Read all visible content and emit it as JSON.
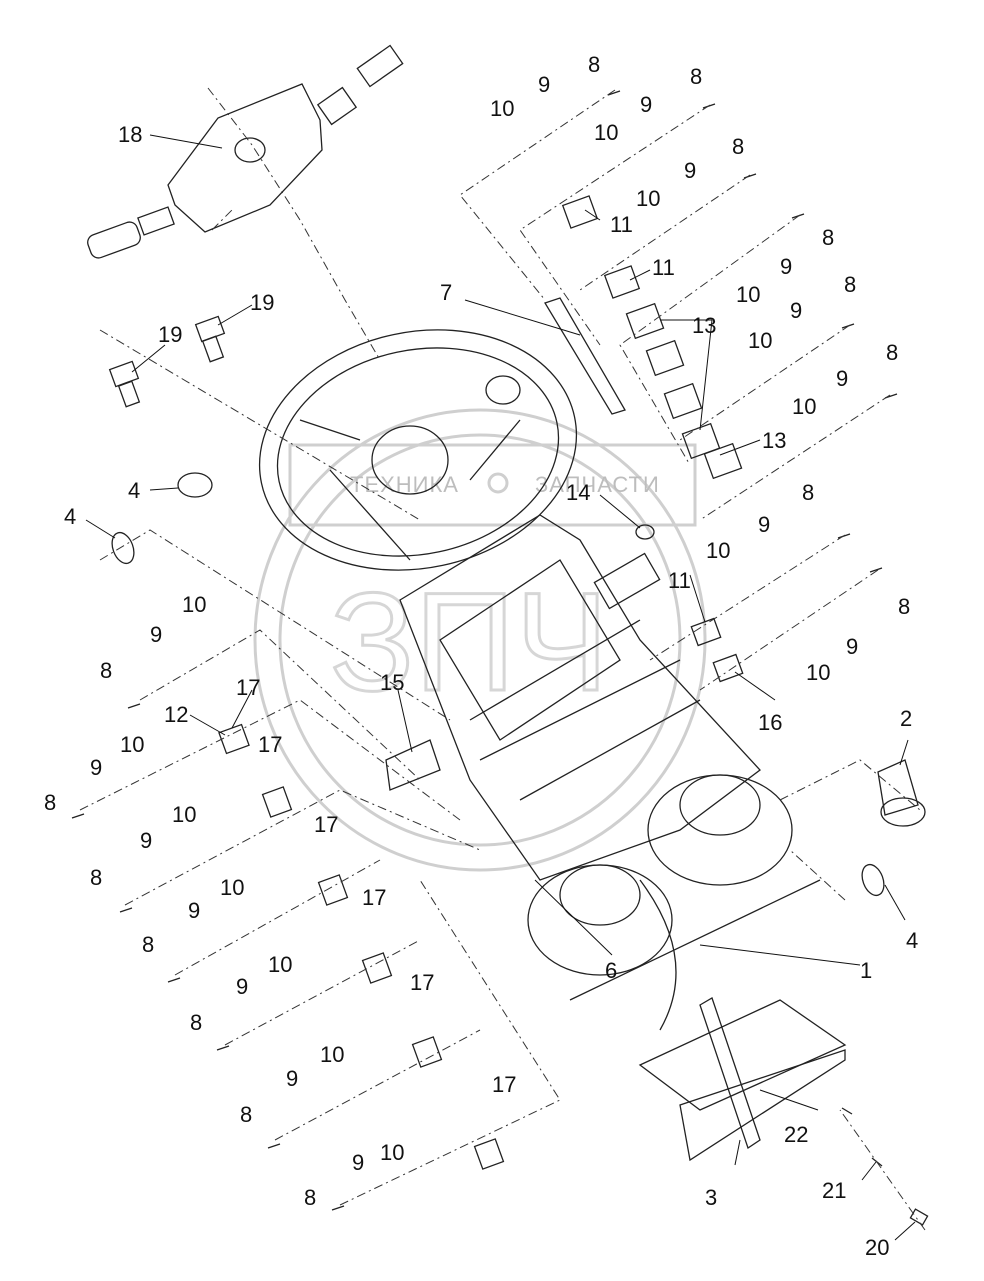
{
  "watermark": {
    "left": "ТЕХНИКА",
    "right": "ЗАПЧАСТИ"
  },
  "colors": {
    "ink": "#222222",
    "watermark": "#cfcfcf",
    "background": "#ffffff"
  },
  "labels": [
    {
      "id": "l1",
      "text": "1"
    },
    {
      "id": "l2",
      "text": "2"
    },
    {
      "id": "l3",
      "text": "3"
    },
    {
      "id": "l4a",
      "text": "4"
    },
    {
      "id": "l4b",
      "text": "4"
    },
    {
      "id": "l4c",
      "text": "4"
    },
    {
      "id": "l6",
      "text": "6"
    },
    {
      "id": "l7",
      "text": "7"
    },
    {
      "id": "l8",
      "text": "8"
    },
    {
      "id": "l9",
      "text": "9"
    },
    {
      "id": "l10",
      "text": "10"
    },
    {
      "id": "l11",
      "text": "11"
    },
    {
      "id": "l12",
      "text": "12"
    },
    {
      "id": "l13",
      "text": "13"
    },
    {
      "id": "l14",
      "text": "14"
    },
    {
      "id": "l15",
      "text": "15"
    },
    {
      "id": "l16",
      "text": "16"
    },
    {
      "id": "l17",
      "text": "17"
    },
    {
      "id": "l18",
      "text": "18"
    },
    {
      "id": "l19",
      "text": "19"
    },
    {
      "id": "l20",
      "text": "20"
    },
    {
      "id": "l21",
      "text": "21"
    },
    {
      "id": "l22",
      "text": "22"
    }
  ]
}
